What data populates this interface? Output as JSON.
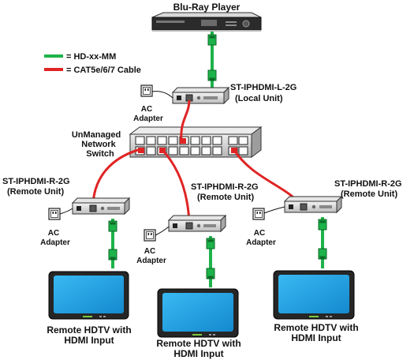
{
  "title": "Blu-Ray Player",
  "legend": {
    "hdmi": {
      "label": "= HD-xx-MM",
      "color": "#1db34a"
    },
    "cat": {
      "label": "= CAT5e/6/7 Cable",
      "color": "#e02424"
    }
  },
  "local_unit": {
    "model": "ST-IPHDMI-L-2G",
    "role": "(Local Unit)"
  },
  "switch": {
    "line1": "UnManaged",
    "line2": "Network",
    "line3": "Switch"
  },
  "ac_adapter": {
    "line1": "AC",
    "line2": "Adapter"
  },
  "remote_units": [
    {
      "model": "ST-IPHDMI-R-2G",
      "role": "(Remote Unit)"
    },
    {
      "model": "ST-IPHDMI-R-2G",
      "role": "(Remote Unit)"
    },
    {
      "model": "ST-IPHDMI-R-2G",
      "role": "(Remote Unit)"
    }
  ],
  "tvs": [
    {
      "line1": "Remote HDTV with",
      "line2": "HDMI Input"
    },
    {
      "line1": "Remote HDTV with",
      "line2": "HDMI Input"
    },
    {
      "line1": "Remote HDTV with",
      "line2": "HDMI Input"
    }
  ],
  "colors": {
    "screen": "#1aa6e6",
    "tv_frame": "#262626",
    "device": "#cfcfcf",
    "switch_body": "#d6d6d6"
  }
}
